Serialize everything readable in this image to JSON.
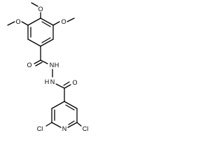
{
  "molecule": {
    "atoms": {
      "o_top": "O",
      "o_upper_left": "O",
      "o_upper_right": "O",
      "o_carbonyl_1": "O",
      "nh_1": "N",
      "h_1": "H",
      "n_2": "N",
      "h_2": "H",
      "o_carbonyl_2": "O",
      "n_ring": "N",
      "cl_left": "Cl",
      "cl_right": "Cl"
    }
  }
}
